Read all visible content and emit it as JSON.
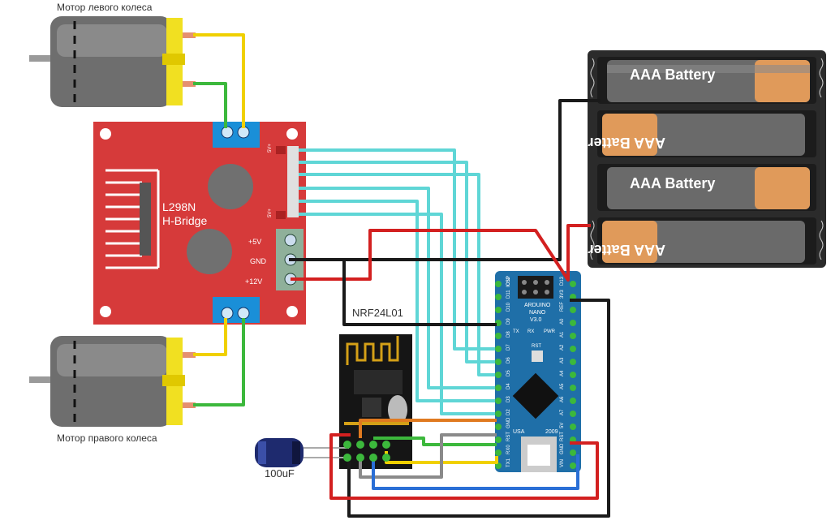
{
  "labels": {
    "left_motor": "Мотор левого колеса",
    "right_motor": "Мотор правого колеса",
    "nrf": "NRF24L01",
    "capacitor": "100uF"
  },
  "driver": {
    "title_line1": "L298N",
    "title_line2": "H-Bridge",
    "pin_5v": "+5V",
    "pin_gnd": "GND",
    "pin_12v": "+12V",
    "pin_5v_top": "5V+",
    "pin_5v_bottom": "5V+"
  },
  "battery": {
    "cell_label": "AAA Battery"
  },
  "arduino": {
    "brand": "ARDUINO",
    "model": "NANO",
    "version": "V3.0",
    "icsp": "ICSP",
    "tx": "TX",
    "rx": "RX",
    "pwr": "PWR",
    "rst": "RST",
    "usa": "USA",
    "year": "2009",
    "left_pins": [
      "D12",
      "D11",
      "D10",
      "D9",
      "D8",
      "D7",
      "D6",
      "D5",
      "D4",
      "D3",
      "D2",
      "GND",
      "RST",
      "RX0",
      "TX1"
    ],
    "right_pins": [
      "D13",
      "3V3",
      "REF",
      "A0",
      "A1",
      "A2",
      "A3",
      "A4",
      "A5",
      "A6",
      "A7",
      "5V",
      "RST",
      "GND",
      "VIN"
    ]
  },
  "colors": {
    "driver_board": "#d63a3a",
    "arduino_board": "#1f6fa8",
    "wire_cyan": "#5fd6d6",
    "wire_red": "#d32020",
    "wire_black": "#1a1a1a",
    "wire_green": "#3cb83c",
    "wire_yellow": "#f0d000",
    "wire_blue": "#2a6fd6",
    "wire_orange": "#e07a20",
    "wire_gray": "#8a8a8a"
  }
}
